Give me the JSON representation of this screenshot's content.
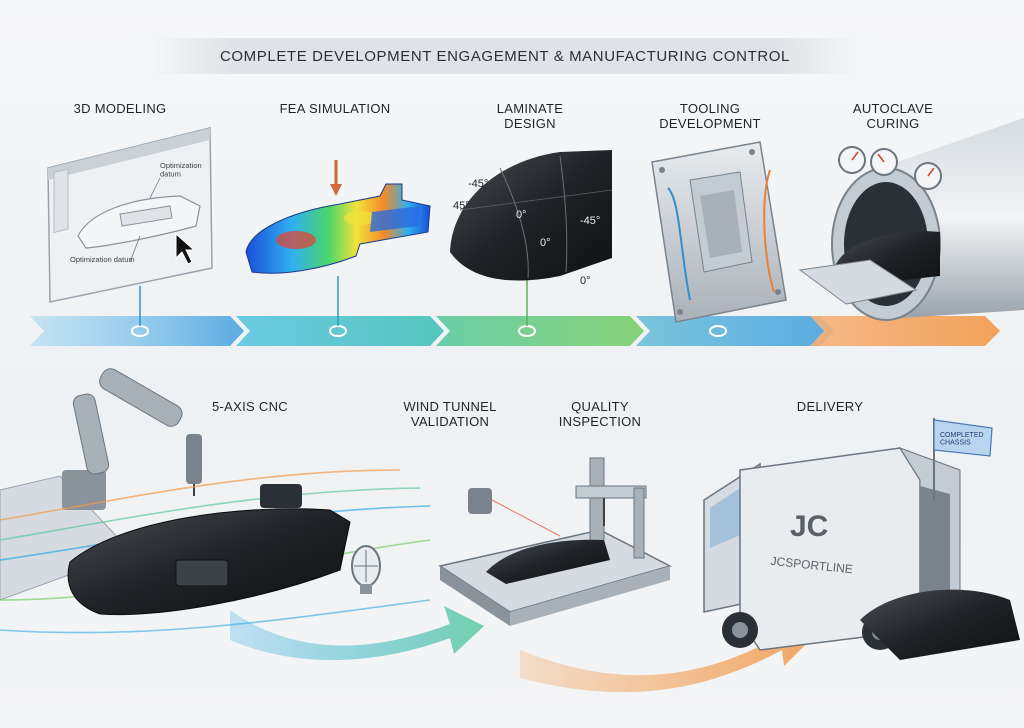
{
  "title": "COMPLETE DEVELOPMENT ENGAGEMENT & MANUFACTURING CONTROL",
  "top_steps": [
    {
      "label": "3D MODELING"
    },
    {
      "label": "FEA SIMULATION"
    },
    {
      "label": "LAMINATE\nDESIGN"
    },
    {
      "label": "TOOLING\nDEVELOPMENT"
    },
    {
      "label": "AUTOCLAVE\nCURING"
    }
  ],
  "bottom_steps": [
    {
      "label": "5-AXIS CNC"
    },
    {
      "label": "WIND TUNNEL\nVALIDATION"
    },
    {
      "label": "QUALITY\nINSPECTION"
    },
    {
      "label": "DELIVERY"
    }
  ],
  "modeling_annotations": {
    "top": "Optimization\ndatum",
    "bottom": "Optimization datum"
  },
  "ply_angles": [
    "-45°",
    "45°",
    "0°",
    "-45°",
    "0°",
    "0°"
  ],
  "truck_brand": "JCSPORTLINE",
  "truck_logo": "JC",
  "flag_text": "COMPLETED\nCHASSIS",
  "colors": {
    "arrow_blue": "#4aa3e0",
    "arrow_teal": "#44c0b8",
    "arrow_green": "#7ccf6a",
    "arrow_orange": "#f2994a"
  }
}
